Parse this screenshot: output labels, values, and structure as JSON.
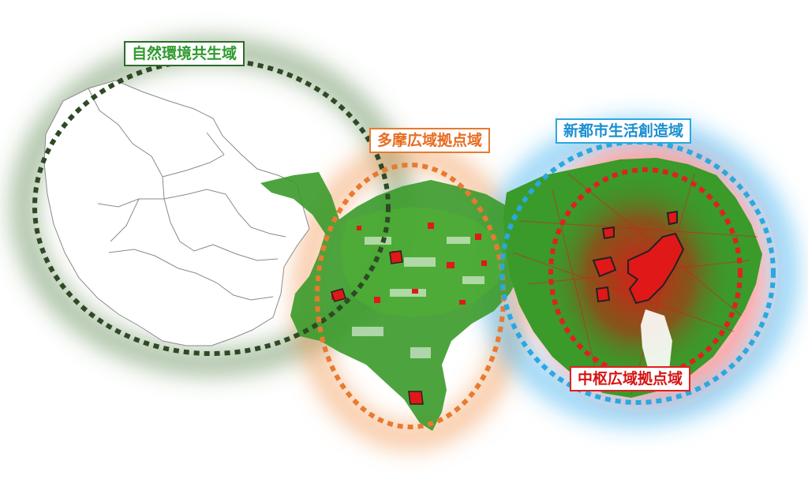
{
  "zones": {
    "nature": {
      "label": "自然環境共生域",
      "color": "#2e6b2a"
    },
    "tama": {
      "label": "多摩広域拠点域",
      "color": "#e87a30"
    },
    "newcity": {
      "label": "新都市生活創造域",
      "color": "#2aa8e0"
    },
    "core": {
      "label": "中枢広域拠点域",
      "color": "#e02020"
    }
  },
  "colors": {
    "greenery": "#3a9a2a",
    "urban_red": "#e01818",
    "boundary": "#8a8a8a"
  }
}
